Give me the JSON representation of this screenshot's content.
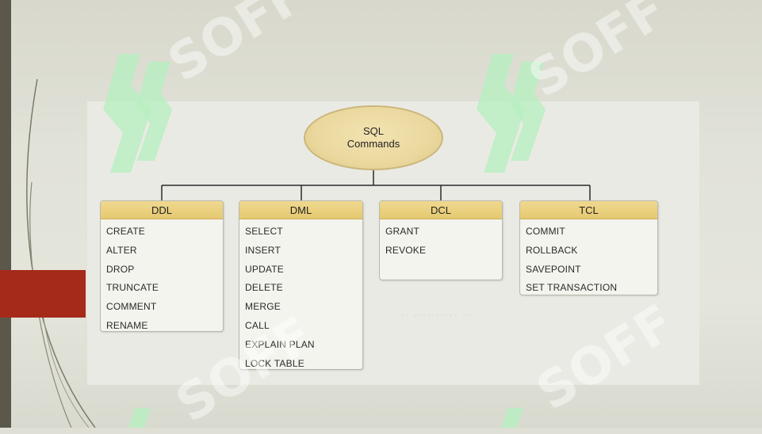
{
  "diagram": {
    "root": {
      "line1": "SQL",
      "line2": "Commands"
    },
    "categories": [
      {
        "name": "DDL",
        "items": [
          "CREATE",
          "ALTER",
          "DROP",
          "TRUNCATE",
          "COMMENT",
          "RENAME"
        ]
      },
      {
        "name": "DML",
        "items": [
          "SELECT",
          "INSERT",
          "UPDATE",
          "DELETE",
          "MERGE",
          "CALL",
          "EXPLAIN PLAN",
          "LOCK TABLE"
        ]
      },
      {
        "name": "DCL",
        "items": [
          "GRANT",
          "REVOKE"
        ]
      },
      {
        "name": "TCL",
        "items": [
          "COMMIT",
          "ROLLBACK",
          "SAVEPOINT",
          "SET TRANSACTION"
        ]
      }
    ]
  },
  "watermark": {
    "text": "SOFF"
  },
  "colors": {
    "node_fill": "#ead89e",
    "header_fill": "#e6c970",
    "accent_red": "#a52a1a",
    "watermark_green": "#b8efc0"
  }
}
